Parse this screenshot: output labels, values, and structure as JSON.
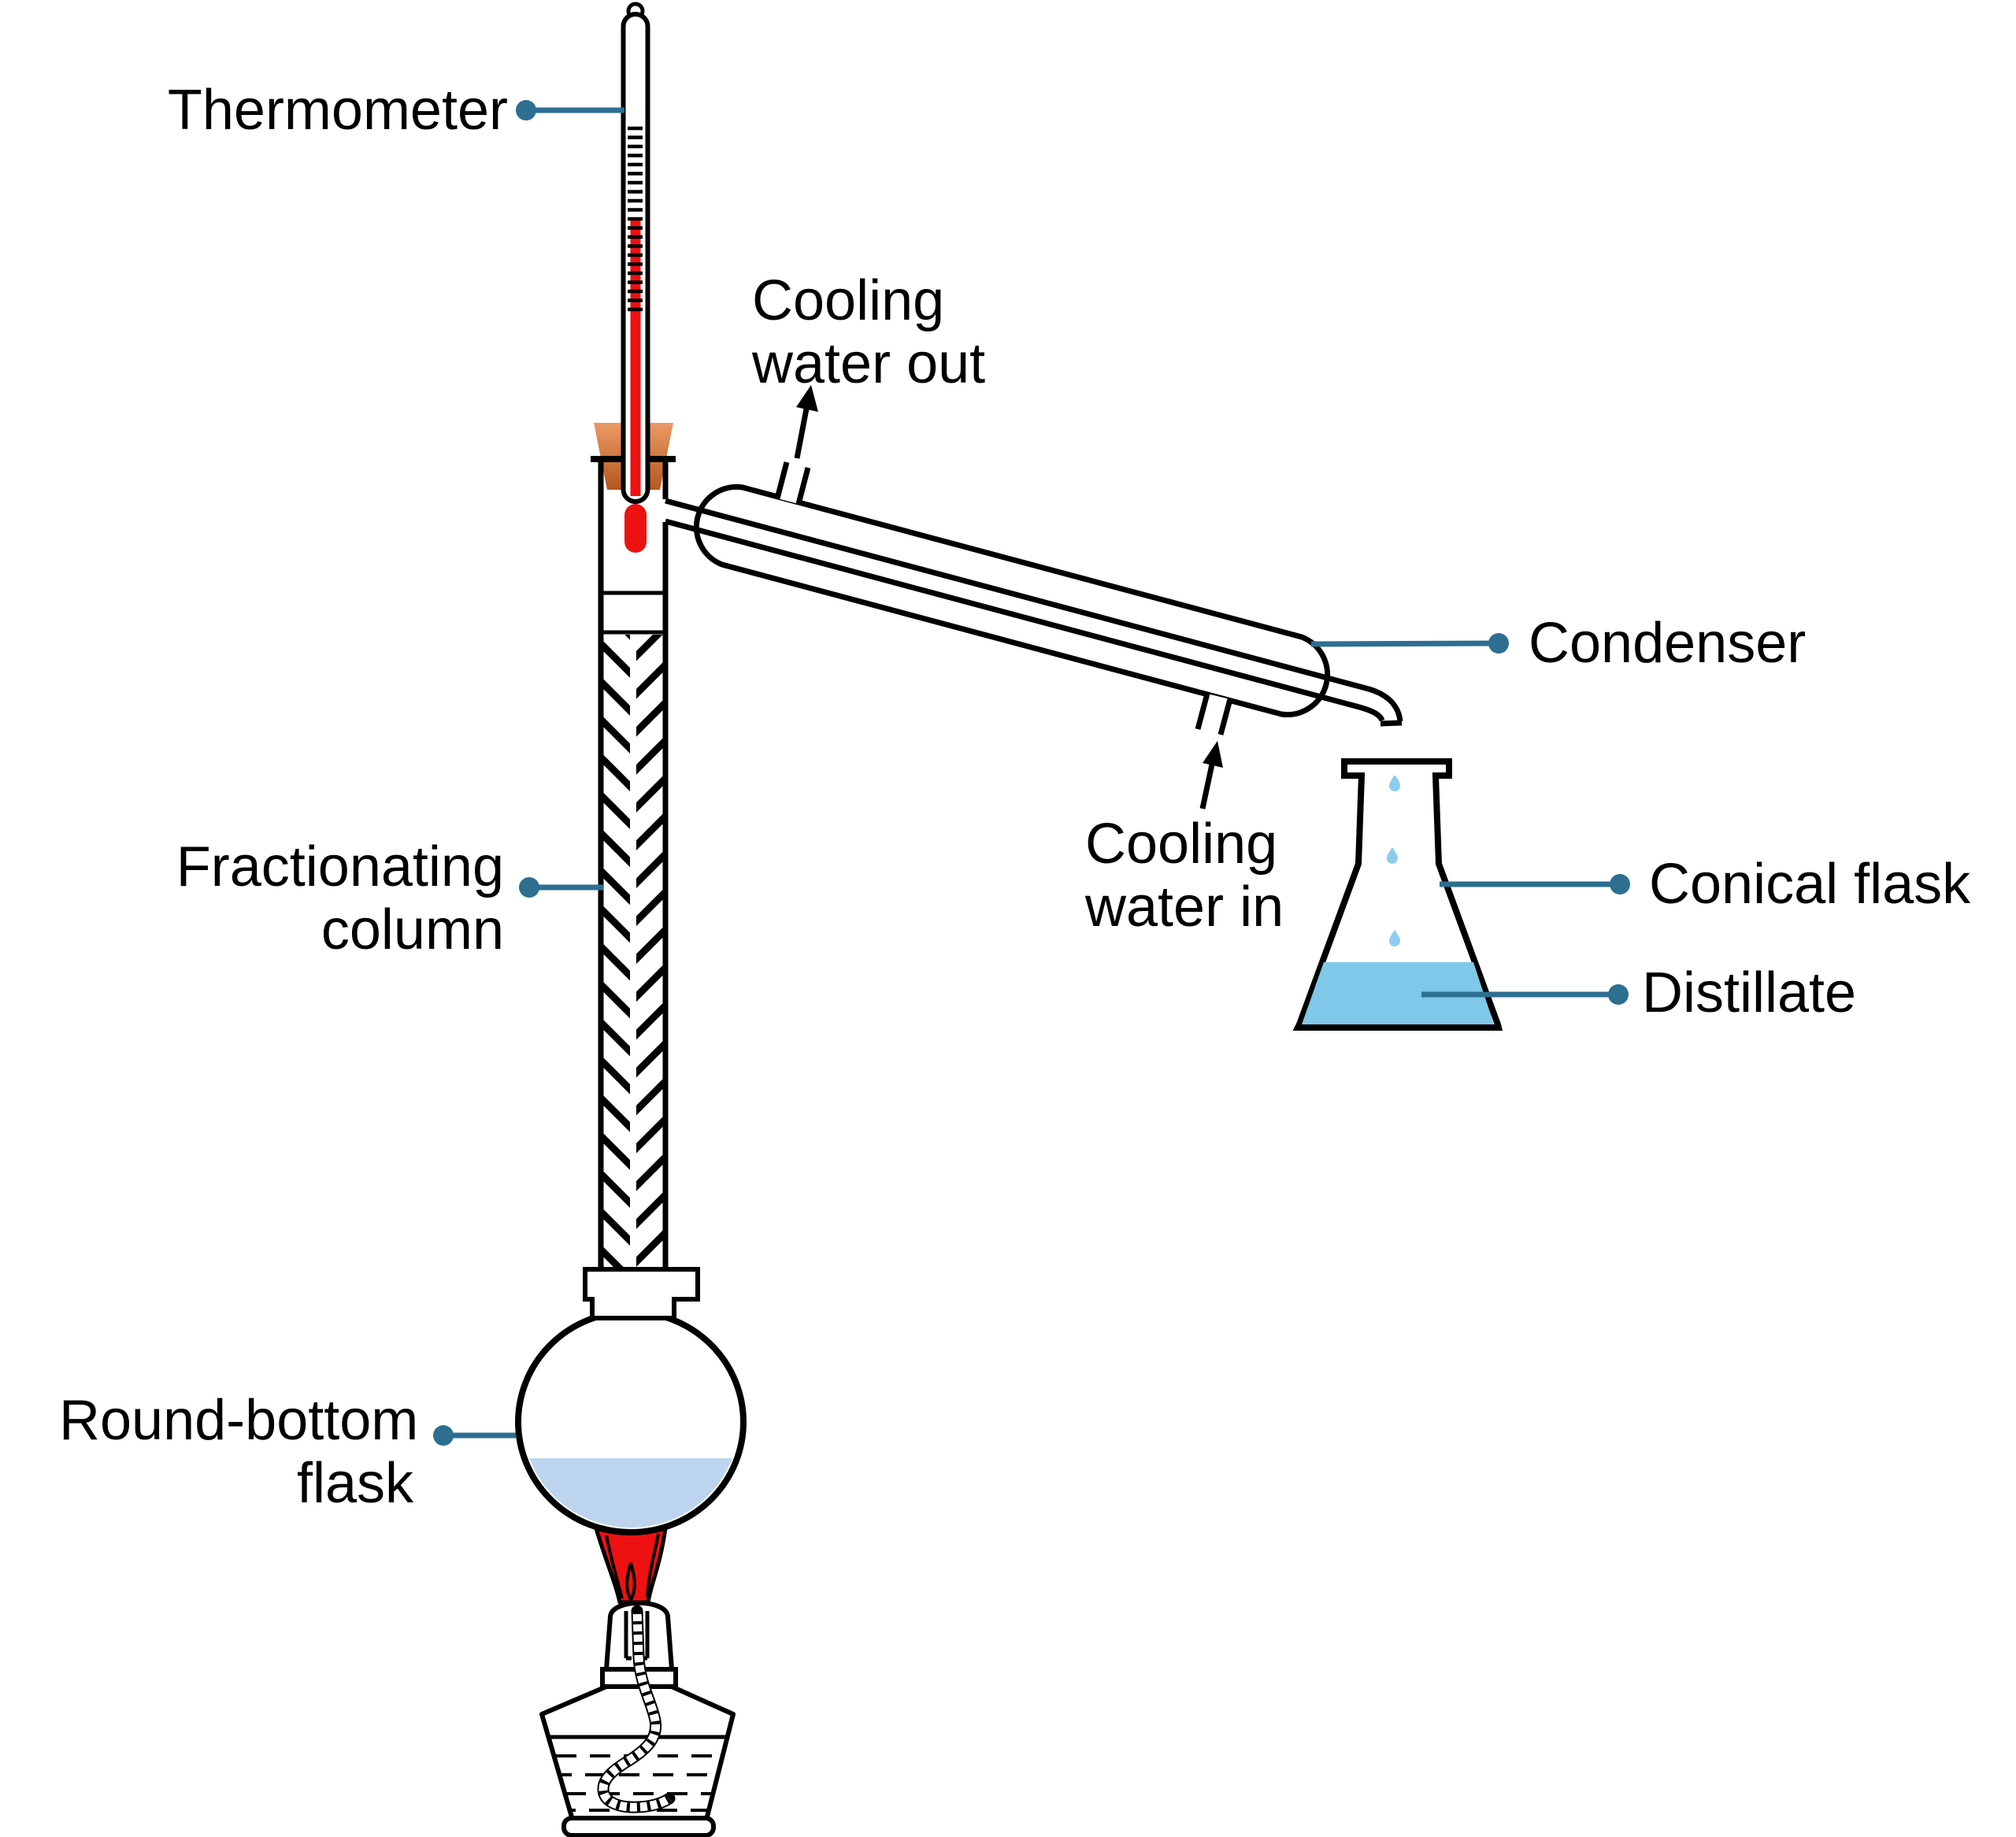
{
  "labels": {
    "thermometer": "Thermometer",
    "cooling_water_out": {
      "lines": [
        "Cooling",
        "water out"
      ]
    },
    "condenser": "Condenser",
    "fractionating_column": {
      "lines": [
        "Fractionating",
        "column"
      ]
    },
    "cooling_water_in": {
      "lines": [
        "Cooling",
        "water in"
      ]
    },
    "conical_flask": "Conical flask",
    "distillate": "Distillate",
    "round_bottom_flask": {
      "lines": [
        "Round-bottom",
        "flask"
      ]
    }
  },
  "colors": {
    "background": "#ffffff",
    "outline": "#000000",
    "leader": "#2d6e91",
    "red": "#ee1111",
    "cork_top": "#eb9a66",
    "cork_bottom": "#b5571f",
    "flask_liquid": "#bcd4ee",
    "distillate_liquid": "#7fc8e9",
    "droplet": "#8ccdef"
  }
}
